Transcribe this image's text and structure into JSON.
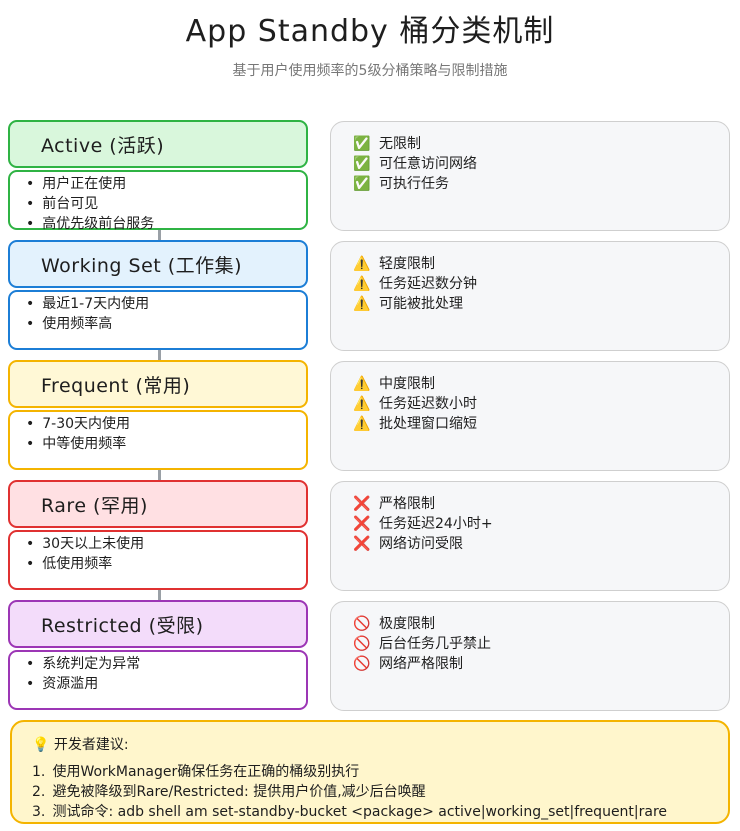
{
  "header": {
    "title": "App Standby 桶分类机制",
    "subtitle": "基于用户使用频率的5级分桶策略与限制措施"
  },
  "buckets": [
    {
      "title": "Active (活跃)",
      "color": "#2fb344",
      "fill": "#d9f7dc",
      "traits": [
        "用户正在使用",
        "前台可见",
        "高优先级前台服务"
      ],
      "effects": [
        {
          "icon": "check-icon",
          "glyph": "✅",
          "text": "无限制"
        },
        {
          "icon": "check-icon",
          "glyph": "✅",
          "text": "可任意访问网络"
        },
        {
          "icon": "check-icon",
          "glyph": "✅",
          "text": "可执行任务"
        }
      ]
    },
    {
      "title": "Working Set (工作集)",
      "color": "#1c7ed6",
      "fill": "#e3f2fd",
      "traits": [
        "最近1-7天内使用",
        "使用频率高"
      ],
      "effects": [
        {
          "icon": "warning-icon",
          "glyph": "⚠️",
          "text": "轻度限制"
        },
        {
          "icon": "warning-icon",
          "glyph": "⚠️",
          "text": "任务延迟数分钟"
        },
        {
          "icon": "warning-icon",
          "glyph": "⚠️",
          "text": "可能被批处理"
        }
      ]
    },
    {
      "title": "Frequent (常用)",
      "color": "#f4b400",
      "fill": "#fff8d6",
      "traits": [
        "7-30天内使用",
        "中等使用频率"
      ],
      "effects": [
        {
          "icon": "warning-icon",
          "glyph": "⚠️",
          "text": "中度限制"
        },
        {
          "icon": "warning-icon",
          "glyph": "⚠️",
          "text": "任务延迟数小时"
        },
        {
          "icon": "warning-icon",
          "glyph": "⚠️",
          "text": "批处理窗口缩短"
        }
      ]
    },
    {
      "title": "Rare (罕用)",
      "color": "#e03131",
      "fill": "#ffe0e3",
      "traits": [
        "30天以上未使用",
        "低使用频率"
      ],
      "effects": [
        {
          "icon": "cross-icon",
          "glyph": "❌",
          "text": "严格限制"
        },
        {
          "icon": "cross-icon",
          "glyph": "❌",
          "text": "任务延迟24小时+"
        },
        {
          "icon": "cross-icon",
          "glyph": "❌",
          "text": "网络访问受限"
        }
      ]
    },
    {
      "title": "Restricted (受限)",
      "color": "#9c36b5",
      "fill": "#f3dcfa",
      "traits": [
        "系统判定为异常",
        "资源滥用"
      ],
      "effects": [
        {
          "icon": "prohibited-icon",
          "glyph": "🚫",
          "text": "极度限制"
        },
        {
          "icon": "prohibited-icon",
          "glyph": "🚫",
          "text": "后台任务几乎禁止"
        },
        {
          "icon": "prohibited-icon",
          "glyph": "🚫",
          "text": "网络严格限制"
        }
      ]
    }
  ],
  "tips": {
    "icon": "lightbulb-icon",
    "glyph": "💡",
    "heading": "开发者建议:",
    "items": [
      {
        "num": "1.",
        "text": "使用WorkManager确保任务在正确的桶级别执行"
      },
      {
        "num": "2.",
        "text": "避免被降级到Rare/Restricted: 提供用户价值,减少后台唤醒"
      },
      {
        "num": "3.",
        "text": "测试命令: adb shell am set-standby-bucket <package> active|working_set|frequent|rare"
      }
    ]
  }
}
